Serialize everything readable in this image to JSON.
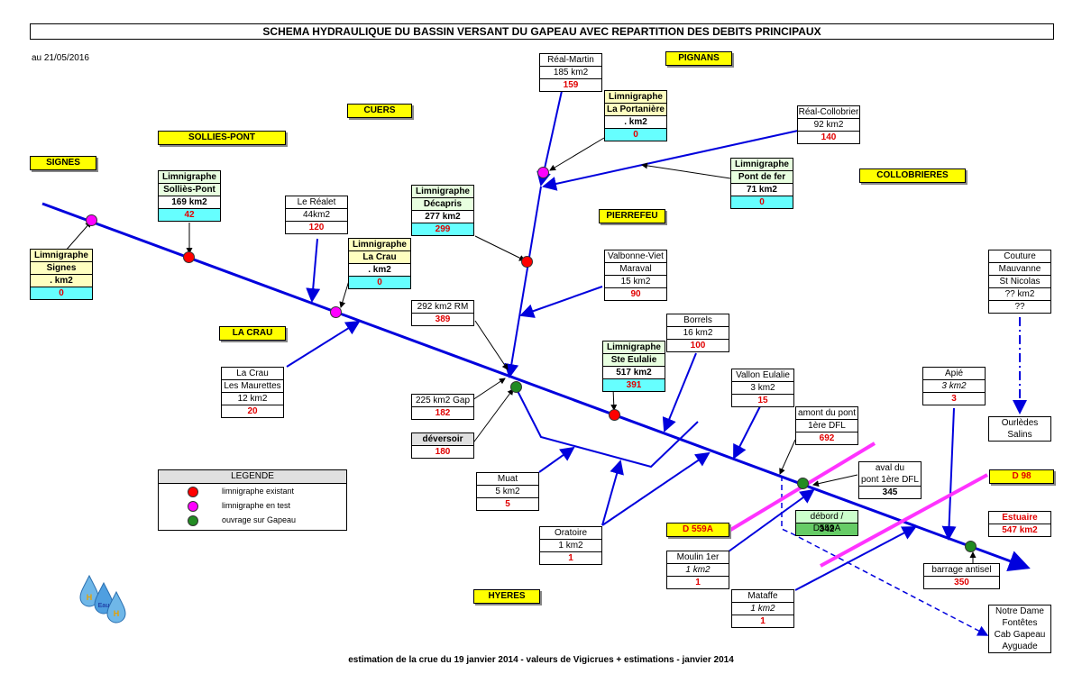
{
  "title": "SCHEMA HYDRAULIQUE DU BASSIN VERSANT DU GAPEAU AVEC REPARTITION DES DEBITS PRINCIPAUX",
  "date": "au 21/05/2016",
  "footer": "estimation de la crue du 19 janvier 2014 - valeurs de Vigicrues + estimations - janvier 2014",
  "places": {
    "signes": "SIGNES",
    "sollies_pont": "SOLLIES-PONT",
    "cuers": "CUERS",
    "pignans": "PIGNANS",
    "collobrieres": "COLLOBRIERES",
    "pierrefeu": "PIERREFEU",
    "la_crau": "LA CRAU",
    "hyeres": "HYERES",
    "d559a": "D 559A",
    "d98": "D 98",
    "debord": "débord / D559A",
    "debord_val": "342"
  },
  "boxes": {
    "lim_signes": {
      "l1": "Limnigraphe",
      "l2": "Signes",
      "area": ". km2",
      "q": "0"
    },
    "lim_sollies": {
      "l1": "Limnigraphe",
      "l2": "Solliès-Pont",
      "area": "169 km2",
      "q": "42"
    },
    "realet": {
      "name": "Le Réalet",
      "area": "44km2",
      "q": "120"
    },
    "lim_lacrau": {
      "l1": "Limnigraphe",
      "l2": "La Crau",
      "area": ". km2",
      "q": "0"
    },
    "lim_decapris": {
      "l1": "Limnigraphe",
      "l2": "Décapris",
      "area": "277 km2",
      "q": "299"
    },
    "real_martin": {
      "name": "Réal-Martin",
      "area": "185 km2",
      "q": "159"
    },
    "lim_portaniere": {
      "l1": "Limnigraphe",
      "l2": "La Portanière",
      "area": ". km2",
      "q": "0"
    },
    "real_collobrier": {
      "name": "Réal-Collobrier",
      "area": "92 km2",
      "q": "140"
    },
    "lim_pontdefer": {
      "l1": "Limnigraphe",
      "l2": "Pont de fer",
      "area": "71 km2",
      "q": "0"
    },
    "valbonne": {
      "l1": "Valbonne-Viet",
      "l2": "Maraval",
      "area": "15 km2",
      "q": "90"
    },
    "rm292": {
      "area": "292 km2 RM",
      "q": "389"
    },
    "borrels": {
      "name": "Borrels",
      "area": "16 km2",
      "q": "100"
    },
    "lim_steulalie": {
      "l1": "Limnigraphe",
      "l2": "Ste Eulalie",
      "area": "517 km2",
      "q": "391"
    },
    "lacrau_maurettes": {
      "l1": "La Crau",
      "l2": "Les Maurettes",
      "area": "12 km2",
      "q": "20"
    },
    "gap225": {
      "area": "225 km2 Gap",
      "q": "182"
    },
    "deversoir": {
      "name": "déversoir",
      "q": "180"
    },
    "vallon_eulalie": {
      "name": "Vallon Eulalie",
      "area": "3 km2",
      "q": "15"
    },
    "amont_pont": {
      "l1": "amont du pont",
      "l2": "1ère DFL",
      "q": "692"
    },
    "apie": {
      "name": "Apié",
      "area": "3 km2",
      "q": "3"
    },
    "couture": {
      "l1": "Couture",
      "l2": "Mauvanne",
      "l3": "St Nicolas",
      "area": "?? km2",
      "q": "??"
    },
    "ourledes": {
      "l1": "Ourlèdes",
      "l2": "Salins"
    },
    "muat": {
      "name": "Muat",
      "area": "5 km2",
      "q": "5"
    },
    "aval_pont": {
      "l1": "aval du",
      "l2": "pont 1ère DFL",
      "q": "345"
    },
    "oratoire": {
      "name": "Oratoire",
      "area": "1 km2",
      "q": "1"
    },
    "moulin": {
      "name": "Moulin 1er",
      "area": "1 km2",
      "q": "1"
    },
    "mataffe": {
      "name": "Mataffe",
      "area": "1 km2",
      "q": "1"
    },
    "estuaire": {
      "name": "Estuaire",
      "area": "547 km2"
    },
    "barrage": {
      "name": "barrage antisel",
      "q": "350"
    },
    "notre_dame": {
      "l1": "Notre Dame",
      "l2": "Fontêtes",
      "l3": "Cab Gapeau",
      "l4": "Ayguade"
    }
  },
  "legend": {
    "title": "LEGENDE",
    "items": [
      {
        "label": "limnigraphe existant",
        "color": "#ff0000"
      },
      {
        "label": "limnigraphe en test",
        "color": "#ff00ff"
      },
      {
        "label": "ouvrage sur Gapeau",
        "color": "#228b22"
      }
    ]
  },
  "colors": {
    "river": "#0000dd",
    "red": "#ff0000",
    "magenta": "#ff00ff",
    "green": "#228b22",
    "yellow": "#ffff00",
    "cyan": "#66ffff"
  }
}
